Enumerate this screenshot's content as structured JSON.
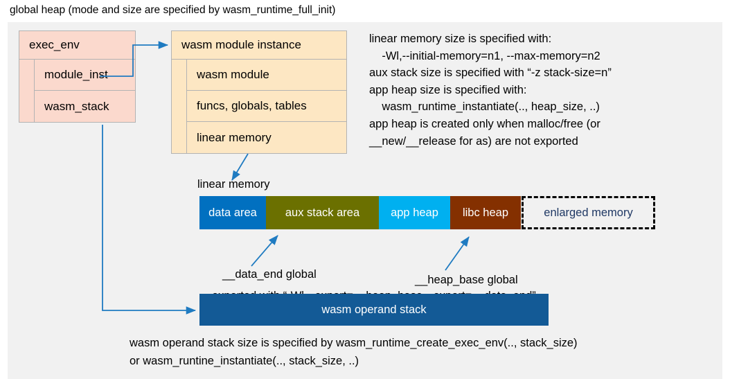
{
  "title": "global heap (mode and size are specified by wasm_runtime_full_init)",
  "exec_env": {
    "header": "exec_env",
    "rows": [
      "module_inst",
      "wasm_stack"
    ]
  },
  "module_instance": {
    "header": "wasm module instance",
    "rows": [
      "wasm module",
      "funcs, globals, tables",
      "linear memory"
    ]
  },
  "info_text": "linear memory size is specified with:\n    -Wl,--initial-memory=n1, --max-memory=n2\naux stack size is specified with “-z stack-size=n”\napp heap size is specified with:\n    wasm_runtime_instantiate(.., heap_size, ..)\napp heap is created only when malloc/free (or\n__new/__release for as) are not exported",
  "linear_memory": {
    "label": "linear memory",
    "segments": [
      {
        "label": "data area",
        "color": "#0170c0",
        "width": 96,
        "text_color": "#ffffff",
        "style": "solid"
      },
      {
        "label": "aux stack area",
        "color": "#6b7000",
        "width": 163,
        "text_color": "#ffffff",
        "style": "solid"
      },
      {
        "label": "app heap",
        "color": "#00b0f0",
        "width": 103,
        "text_color": "#ffffff",
        "style": "solid"
      },
      {
        "label": "libc heap",
        "color": "#843000",
        "width": 102,
        "text_color": "#ffffff",
        "style": "solid"
      },
      {
        "label": "enlarged memory",
        "color": "#f1f1f1",
        "width": 193,
        "text_color": "#1f3864",
        "style": "dashed"
      }
    ]
  },
  "annotations": {
    "data_end": "__data_end global",
    "heap_base": "__heap_base global",
    "exported": "exported with “-Wl,--export=__heap_base,--export=__data_end”"
  },
  "operand_stack": {
    "label": "wasm operand stack",
    "color": "#135a96",
    "note": "wasm operand stack size is specified by wasm_runtime_create_exec_env(.., stack_size)\nor wasm_runtine_instantiate(.., stack_size, ..)"
  },
  "colors": {
    "canvas_bg": "#f1f1f1",
    "exec_env_fill": "#fbd9cd",
    "module_instance_fill": "#fde7c3",
    "connector": "#1f7bc1",
    "box_border": "#b3b3b3"
  }
}
